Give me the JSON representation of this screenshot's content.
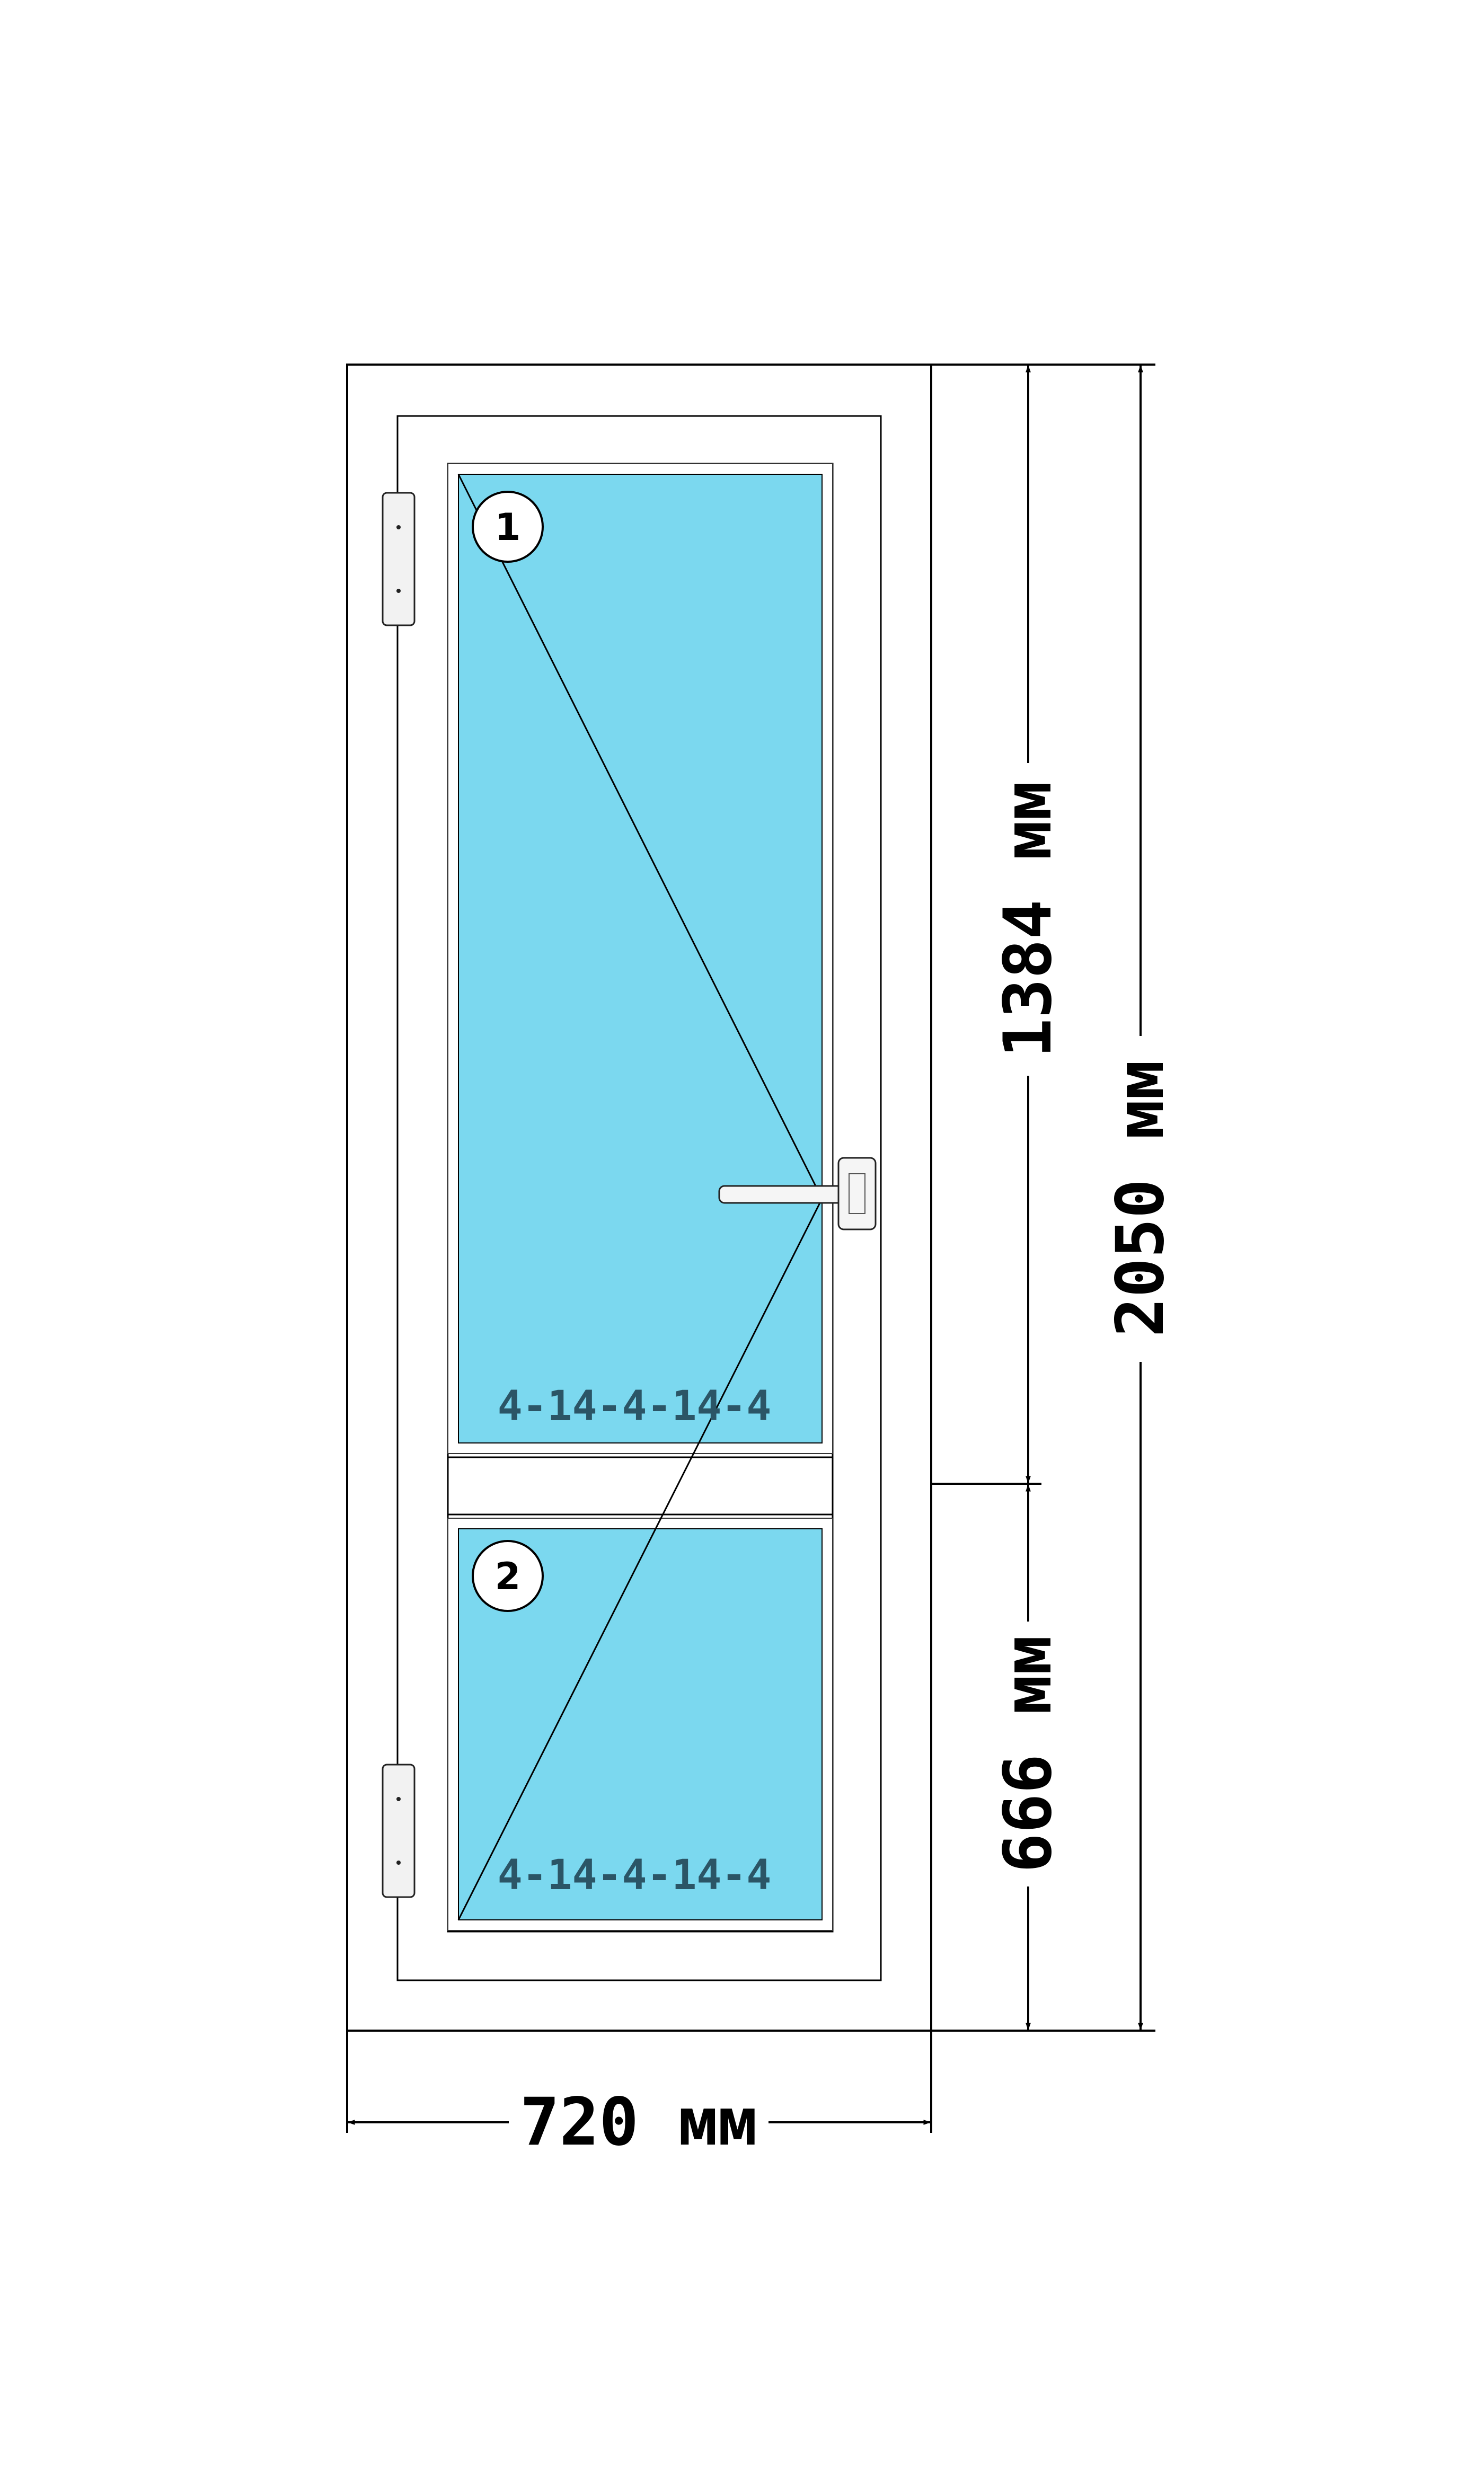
{
  "drawing": {
    "width_label": "720 мм",
    "total_height_label": "2050 мм",
    "upper_section_label": "1384 мм",
    "lower_section_label": "666 мм"
  },
  "panes": [
    {
      "marker": "1",
      "glass_formula": "4-14-4-14-4"
    },
    {
      "marker": "2",
      "glass_formula": "4-14-4-14-4"
    }
  ],
  "colors": {
    "glass": "#7bd8ef",
    "frame": "#ffffff",
    "outline": "#000000",
    "glass_text": "#2b5566"
  },
  "icons": {
    "hinge_top": "hinge-icon",
    "hinge_bottom": "hinge-icon",
    "handle": "door-handle-icon"
  }
}
